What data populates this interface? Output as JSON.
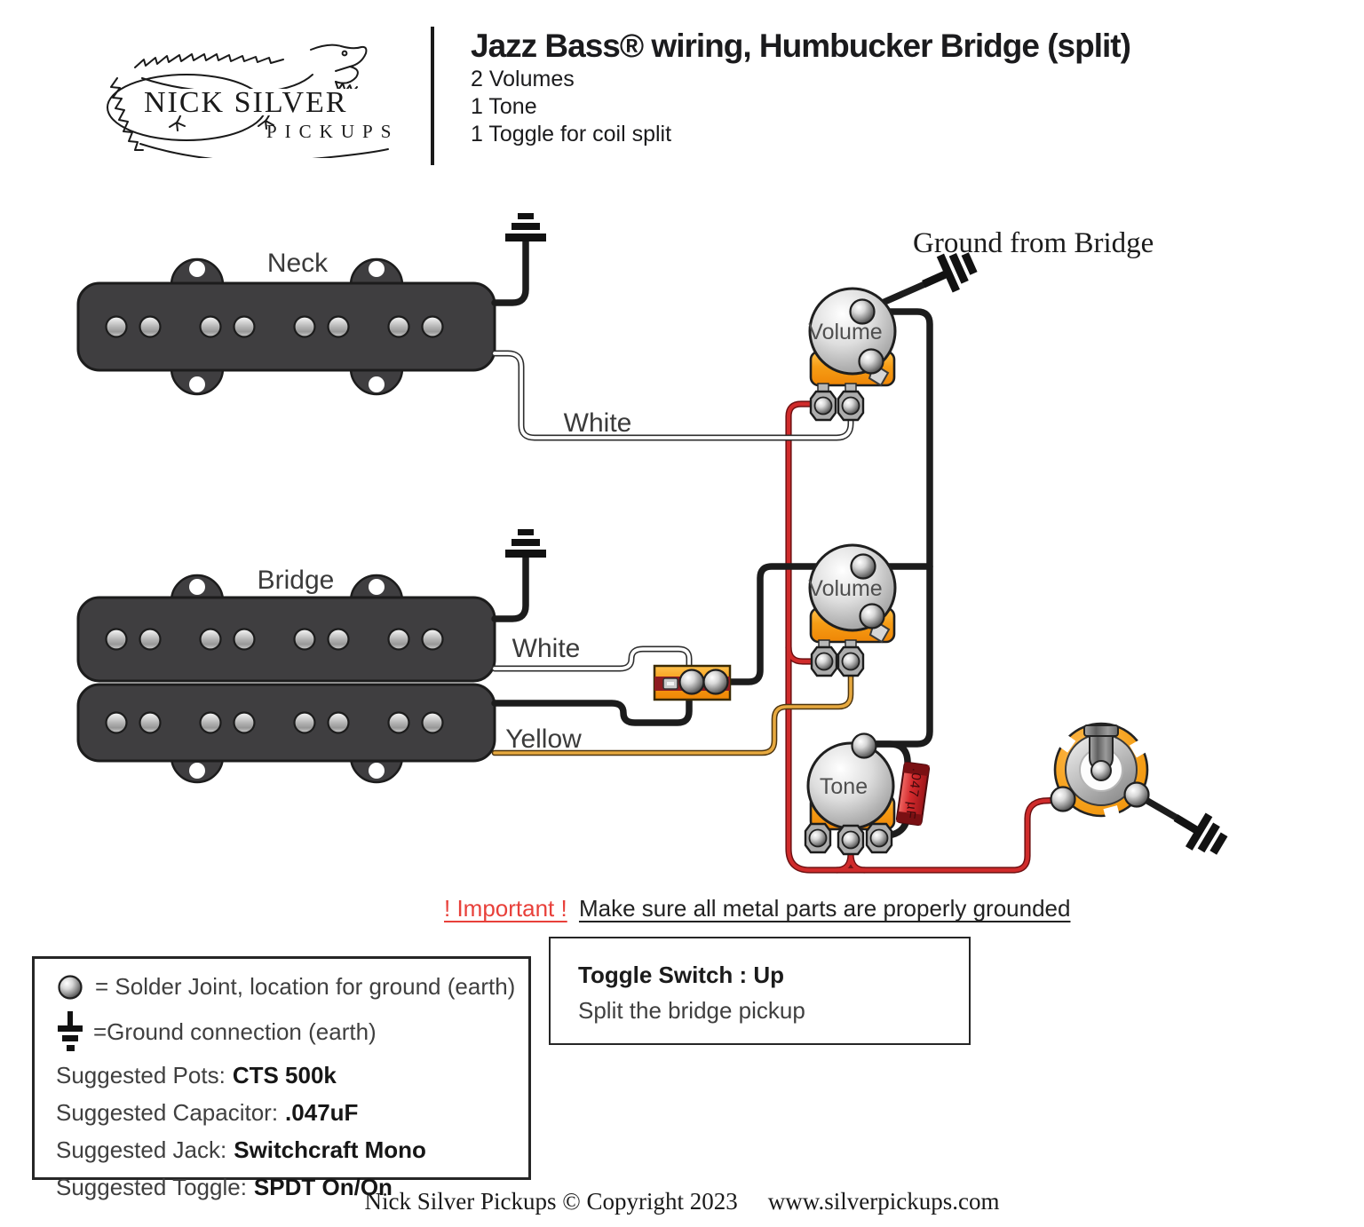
{
  "header": {
    "logo": {
      "name_top": "NICK SILVER",
      "name_bottom": "PICKUPS"
    },
    "title": "Jazz Bass® wiring, Humbucker Bridge (split)",
    "subtitles": [
      "2 Volumes",
      "1 Tone",
      "1 Toggle for coil split"
    ]
  },
  "diagram": {
    "pickups": {
      "neck_label": "Neck",
      "bridge_label": "Bridge"
    },
    "wires": {
      "neck_white_label": "White",
      "bridge_white_label": "White",
      "bridge_yellow_label": "Yellow"
    },
    "pots": {
      "volume1_label": "Volume",
      "volume2_label": "Volume",
      "tone_label": "Tone"
    },
    "capacitor_label": ".047 µF",
    "ground_from_bridge_label": "Ground from Bridge",
    "colors": {
      "wire_red": "#d02b2b",
      "wire_yellow": "#e7a93f",
      "wire_white": "#ffffff",
      "wire_black": "#1c1c1c",
      "pot_base_orange": "#f69d15",
      "capacitor_red": "#d62b2e",
      "toggle_band_red": "#8e1c20"
    }
  },
  "important_note": {
    "prefix": "! Important !",
    "message": "Make sure all metal parts are properly grounded"
  },
  "legend": {
    "solder_joint_text": "= Solder Joint, location for ground (earth)",
    "ground_text": "=Ground connection (earth)",
    "suggestions": [
      {
        "label": "Suggested Pots:",
        "value": "CTS 500k"
      },
      {
        "label": "Suggested Capacitor:",
        "value": ".047uF"
      },
      {
        "label": "Suggested Jack:",
        "value": "Switchcraft Mono"
      },
      {
        "label": "Suggested Toggle:",
        "value": "SPDT On/On"
      }
    ]
  },
  "toggle_info": {
    "title": "Toggle Switch : Up",
    "description": "Split the bridge pickup"
  },
  "footer": {
    "copyright": "Nick Silver Pickups © Copyright 2023",
    "website": "www.silverpickups.com"
  }
}
